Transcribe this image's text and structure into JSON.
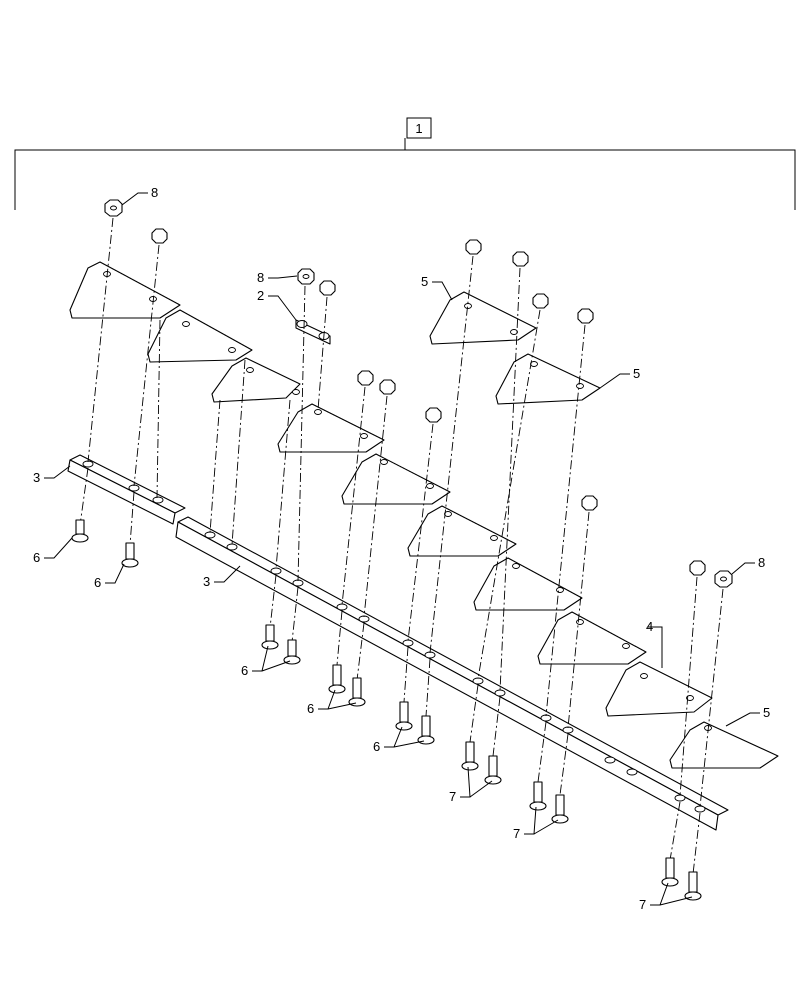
{
  "diagram": {
    "callouts": {
      "assembly": "1",
      "spacer": "2",
      "bar": "3",
      "section_plain": "4",
      "section_end": "5",
      "bolt_short": "6",
      "bolt_long": "7",
      "nut": "8"
    }
  }
}
